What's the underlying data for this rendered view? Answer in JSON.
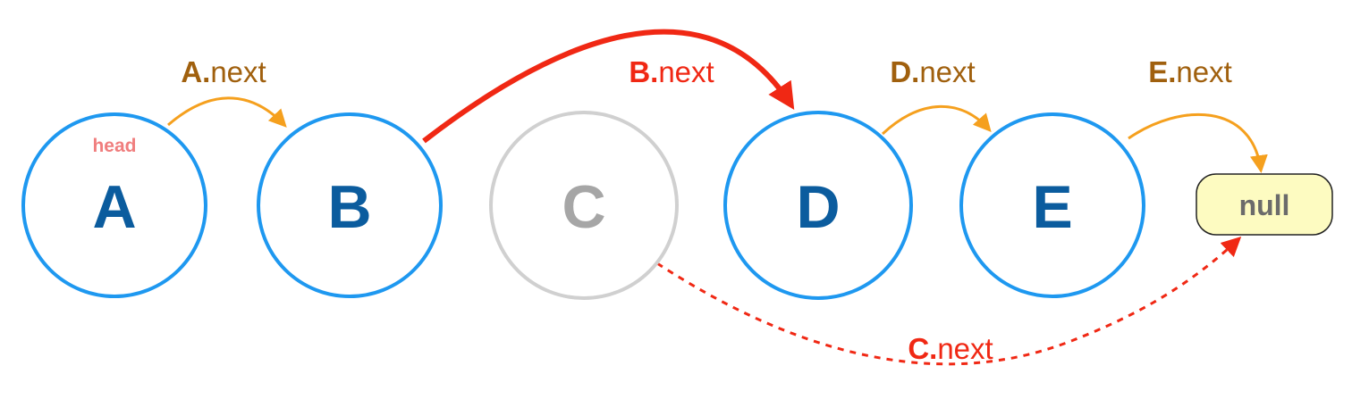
{
  "nodes": [
    {
      "letter": "A",
      "removed": false
    },
    {
      "letter": "B",
      "removed": false
    },
    {
      "letter": "C",
      "removed": true
    },
    {
      "letter": "D",
      "removed": false
    },
    {
      "letter": "E",
      "removed": false
    }
  ],
  "head_label": "head",
  "null_label": "null",
  "pointers": {
    "a_next": {
      "node": "A.",
      "field": "next"
    },
    "b_next": {
      "node": "B.",
      "field": "next"
    },
    "c_next": {
      "node": "C.",
      "field": "next"
    },
    "d_next": {
      "node": "D.",
      "field": "next"
    },
    "e_next": {
      "node": "E.",
      "field": "next"
    }
  },
  "colors": {
    "node_stroke": "#1e98f0",
    "removed_stroke": "#d0d0d0",
    "letter": "#0b5c9e",
    "removed_letter": "#a6a6a6",
    "orange_arrow": "#f5a01e",
    "orange_label": "#a0600e",
    "red": "#f02814",
    "null_fill": "#fdfbc1",
    "head": "#f07e7e"
  }
}
